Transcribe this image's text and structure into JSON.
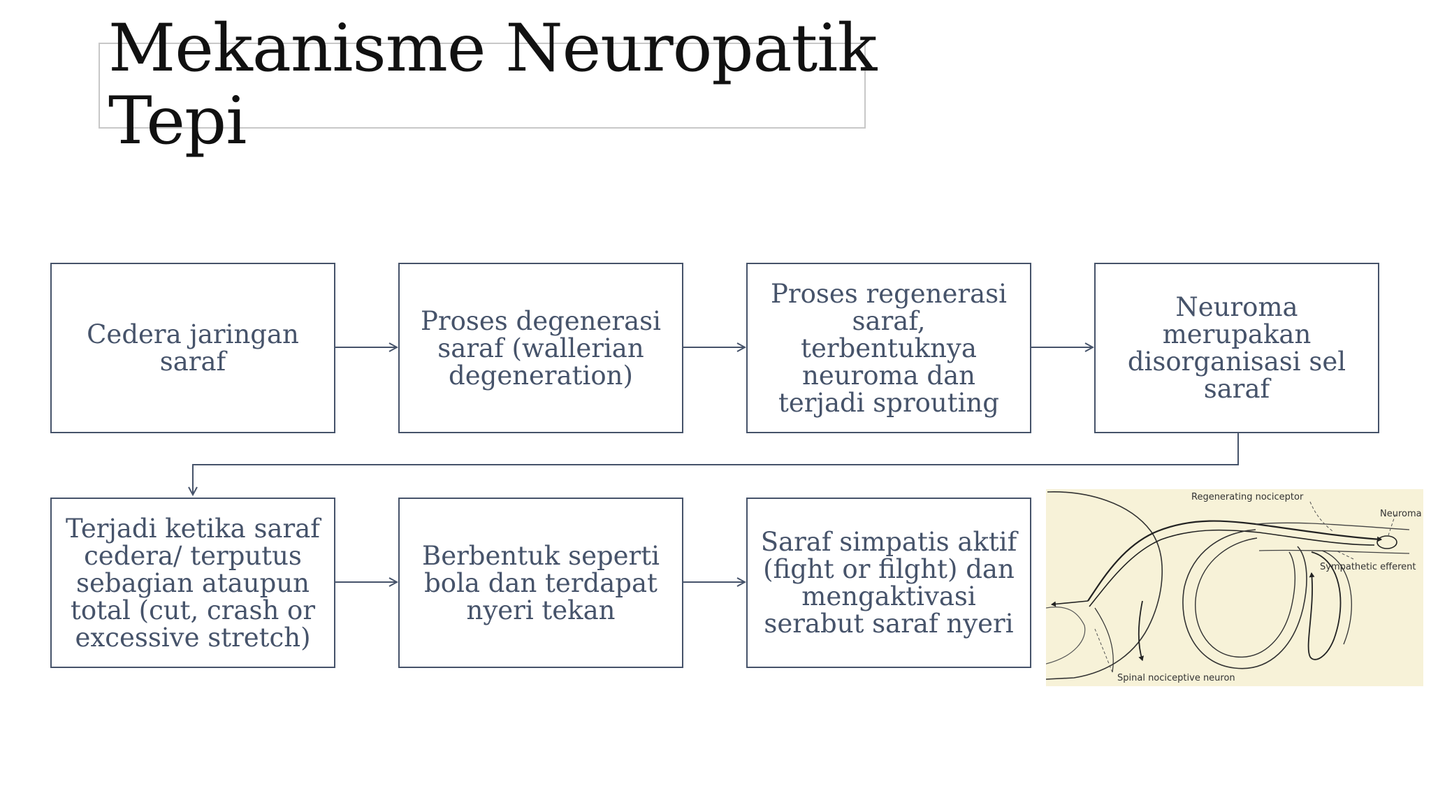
{
  "title": "Mekanisme Neuropatik\nTepi",
  "steps": [
    {
      "text": "Cedera jaringan saraf"
    },
    {
      "text": "Proses degenerasi saraf (wallerian degeneration)"
    },
    {
      "text": "Proses regenerasi saraf, terbentuknya neuroma dan terjadi sprouting"
    },
    {
      "text": "Neuroma merupakan disorganisasi sel saraf"
    },
    {
      "text": "Terjadi ketika saraf cedera/ terputus sebagian ataupun total (cut, crash or excessive stretch)"
    },
    {
      "text": "Berbentuk seperti bola dan terdapat nyeri tekan"
    },
    {
      "text": "Saraf simpatis aktif (fight or filght) dan mengaktivasi serabut saraf nyeri"
    }
  ],
  "figure": {
    "labels": {
      "regenerating": "Regenerating nociceptor",
      "neuroma": "Neuroma",
      "sympathetic": "Sympathetic efferent",
      "spinal": "Spinal nociceptive neuron"
    }
  },
  "colors": {
    "box_border": "#46536a",
    "text": "#46536a",
    "title": "#111111",
    "figure_bg": "#f7f2d8"
  }
}
